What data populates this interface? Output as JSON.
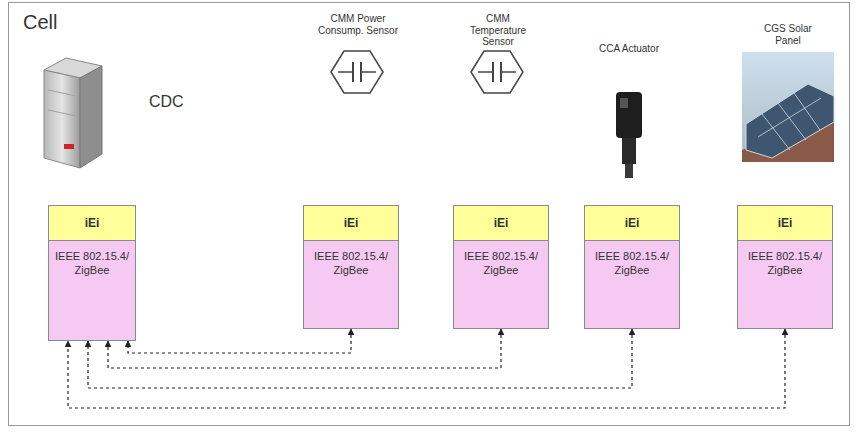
{
  "diagram": {
    "nodes": [
      {
        "text": [
          "Cell"
        ]
      },
      {
        "text": [
          "iEi"
        ],
        "in": 0
      },
      {
        "text": [
          "IEEE 802.15.4/ ZigBee"
        ],
        "in": 0
      },
      {
        "text": [
          "iEi"
        ],
        "in": 0
      },
      {
        "text": [
          "IEEE 802.15.4/ ZigBee"
        ],
        "in": 0
      },
      {
        "text": [
          "iEi"
        ],
        "in": 0
      },
      {
        "text": [
          "IEEE 802.15.4/ ZigBee"
        ],
        "in": 0
      },
      {
        "text": [
          "iEi"
        ],
        "in": 0
      },
      {
        "text": [
          "IEEE 802.15.4/ ZigBee"
        ],
        "in": 0
      },
      {
        "text": [
          "iEi"
        ],
        "in": 0
      },
      {
        "text": [
          "IEEE 802.15.4/ ZigBee"
        ],
        "in": 0
      }
    ],
    "edges": [
      {
        "from": 4,
        "to": 2,
        "arrow": "both"
      },
      {
        "from": 6,
        "to": 2,
        "arrow": "both"
      },
      {
        "from": 8,
        "to": 2,
        "arrow": "both"
      },
      {
        "from": 10,
        "to": 2,
        "arrow": "both"
      }
    ],
    "labels": [
      "CDC",
      "CMM Power Consump. Sensor",
      "CMM Temperature Sensor",
      "CCA Actuator",
      "CGS Solar Panel"
    ]
  }
}
